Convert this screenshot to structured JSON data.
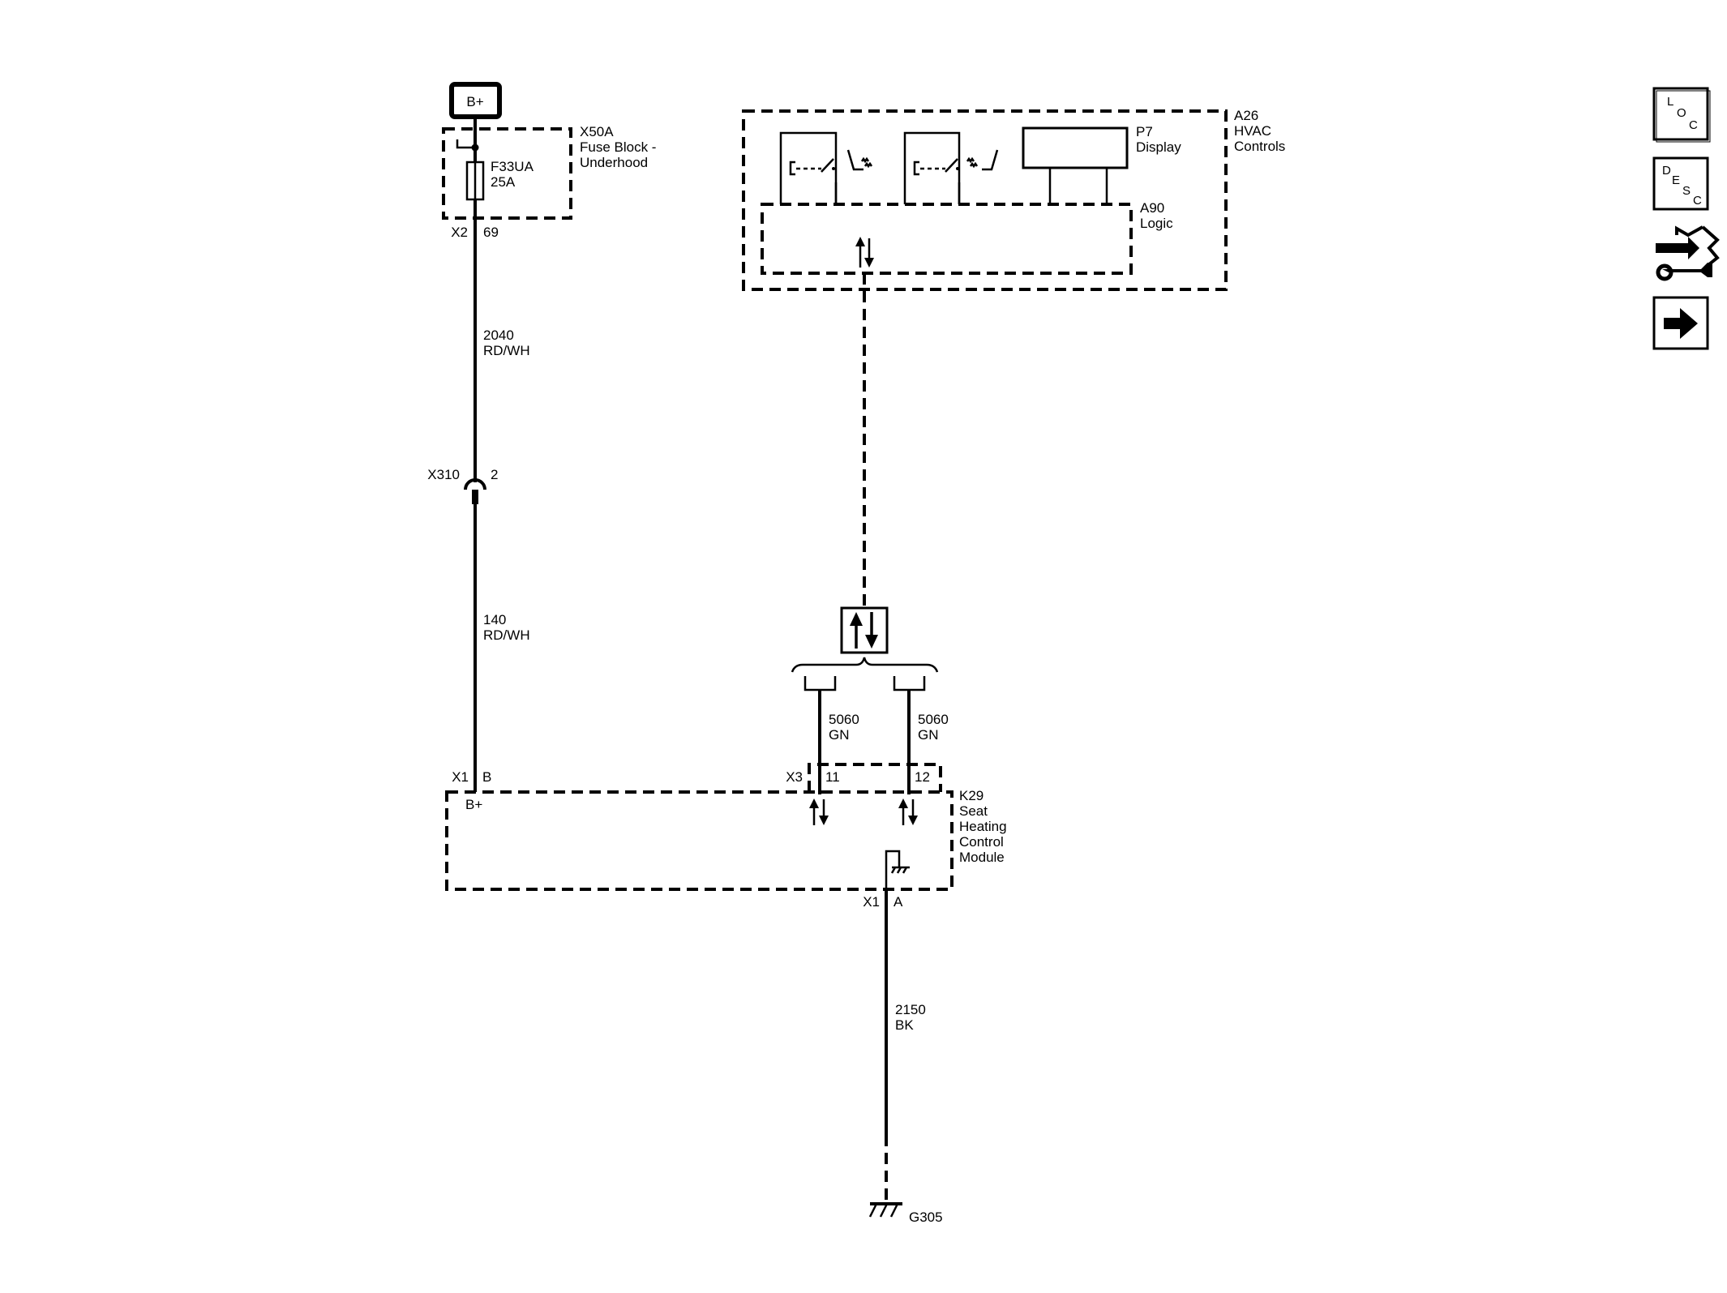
{
  "power": {
    "label": "B+"
  },
  "fuse_block": {
    "ref": "X50A",
    "name_line1": "Fuse Block -",
    "name_line2": "Underhood",
    "fuse_ref": "F33UA",
    "fuse_rating": "25A",
    "connector": "X2",
    "pin": "69"
  },
  "wire_upper": {
    "circuit": "2040",
    "color": "RD/WH"
  },
  "inline_connector": {
    "ref": "X310",
    "pin": "2"
  },
  "wire_lower": {
    "circuit": "140",
    "color": "RD/WH"
  },
  "hvac": {
    "ref": "A26",
    "name_line1": "HVAC",
    "name_line2": "Controls",
    "display_ref": "P7",
    "display_name": "Display",
    "logic_ref": "A90",
    "logic_name": "Logic"
  },
  "data_wires": [
    {
      "circuit": "5060",
      "color": "GN"
    },
    {
      "circuit": "5060",
      "color": "GN"
    }
  ],
  "module": {
    "ref": "K29",
    "name_line1": "Seat",
    "name_line2": "Heating",
    "name_line3": "Control",
    "name_line4": "Module",
    "power_connector": "X1",
    "power_pin": "B",
    "power_label": "B+",
    "data_connector": "X3",
    "data_pin_1": "11",
    "data_pin_2": "12",
    "ground_connector": "X1",
    "ground_pin": "A"
  },
  "ground_wire": {
    "circuit": "2150",
    "color": "BK"
  },
  "ground": {
    "ref": "G305"
  },
  "nav": {
    "loc": [
      "L",
      "O",
      "C"
    ],
    "desc": [
      "D",
      "E",
      "S",
      "C"
    ]
  }
}
